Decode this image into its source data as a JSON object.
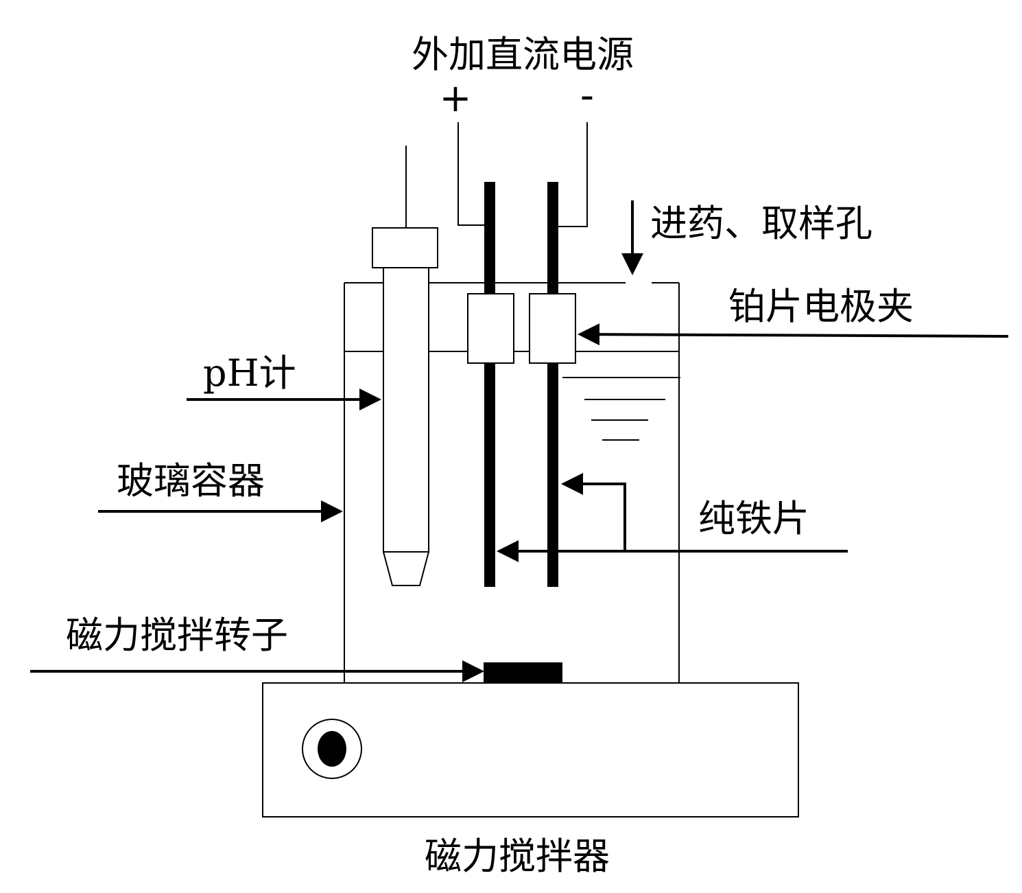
{
  "labels": {
    "power_supply": "外加直流电源",
    "positive": "+",
    "negative": "-",
    "dosing_port": "进药、取样孔",
    "clamp": "铂片电极夹",
    "ph_meter": "pH计",
    "glass_container": "玻璃容器",
    "iron_plate": "纯铁片",
    "stir_bar": "磁力搅拌转子",
    "stirrer": "磁力搅拌器"
  }
}
